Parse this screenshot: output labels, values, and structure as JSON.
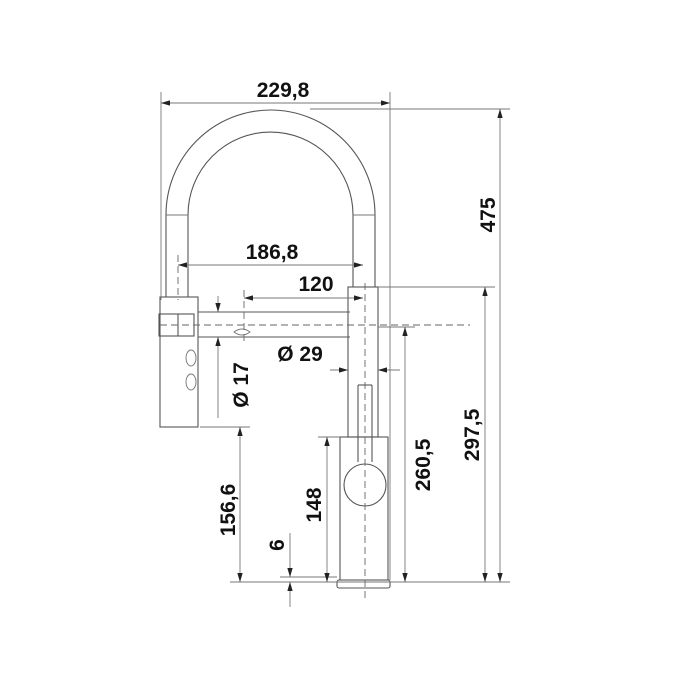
{
  "drawing": {
    "line_color": "#555555",
    "text_color": "#111111",
    "dimensions": {
      "overall_width": "229,8",
      "spout_reach": "186,8",
      "aerator_offset": "120",
      "body_diameter": "Ø 29",
      "spray_diameter": "Ø 17",
      "total_height": "475",
      "spout_height": "297,5",
      "outlet_height": "260,5",
      "spray_bottom_height": "156,6",
      "body_height": "148",
      "base_thickness": "6"
    }
  }
}
